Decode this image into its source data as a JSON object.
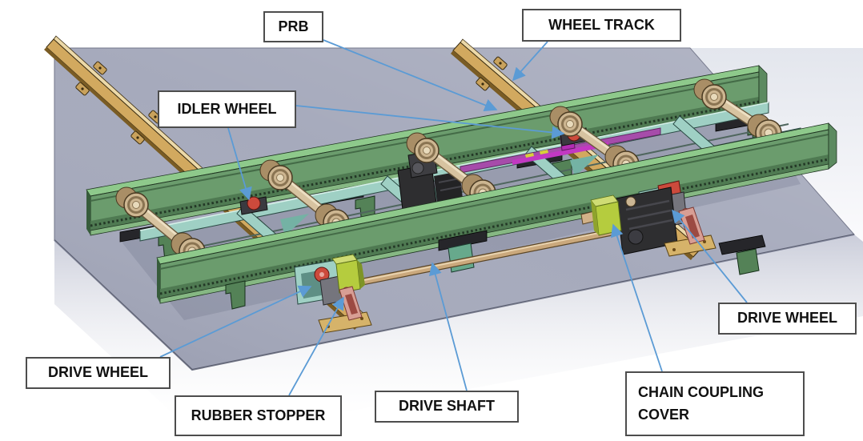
{
  "figure": {
    "labels": {
      "prb": {
        "text": "PRB"
      },
      "wheel_track": {
        "text": "WHEEL TRACK"
      },
      "idler_wheel": {
        "text": "IDLER WHEEL"
      },
      "drive_wheel_left": {
        "text": "DRIVE WHEEL"
      },
      "rubber_stopper": {
        "text": "RUBBER STOPPER"
      },
      "drive_shaft": {
        "text": "DRIVE SHAFT"
      },
      "chain_coupling_cover": {
        "line1": "CHAIN COUPLING",
        "line2": "COVER"
      },
      "drive_wheel_right": {
        "text": "DRIVE WHEEL"
      }
    }
  },
  "colors": {
    "leader_line": "#5b9bd5",
    "label_border": "#4d4d4d",
    "label_background": "#ffffff",
    "label_text": "#111111",
    "ground_plane": "#a6aabc",
    "beam_green": "#6b9c6d",
    "beam_green_light": "#8ec98b",
    "beam_green_dark": "#4f7a52",
    "frame_teal": "#9fd0c4",
    "rail_tan": "#d2a95f",
    "axle_beige": "#d7c3a0",
    "motor_black": "#2e2e30",
    "coupling_yellow_green": "#b5cc3e",
    "stopper_pink": "#d89e94",
    "accent_red": "#cc4a3c",
    "accent_purple": "#a64caa"
  }
}
